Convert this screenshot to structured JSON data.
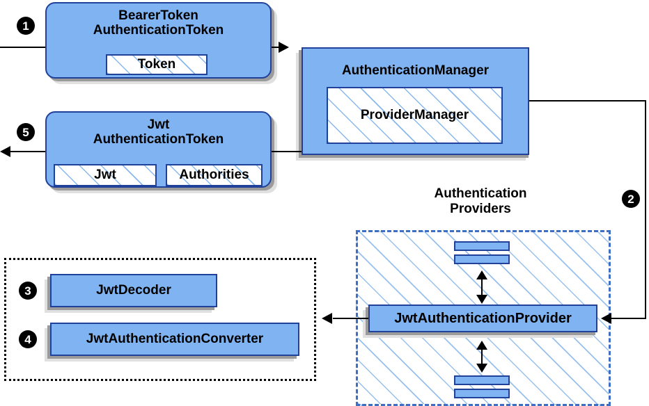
{
  "diagram": {
    "title": "Spring Security JWT Bearer Token Authentication Flow",
    "colors": {
      "node_fill": "#80B3F2",
      "node_border": "#20419A",
      "shadow_dark": "#9B9B9B",
      "shadow_light": "#E0E0E0",
      "providers_dash": "#3E6FC4",
      "hatch_line": "#8CB9EB",
      "dotted_border": "#000000",
      "line": "#000000",
      "bullet_fill": "#000000",
      "bullet_text": "#FFFFFF"
    },
    "steps": [
      {
        "id": "step-1",
        "number": "1"
      },
      {
        "id": "step-2",
        "number": "2"
      },
      {
        "id": "step-3",
        "number": "3"
      },
      {
        "id": "step-4",
        "number": "4"
      },
      {
        "id": "step-5",
        "number": "5"
      }
    ],
    "nodes": {
      "bearer_token": {
        "title_line1": "BearerToken",
        "title_line2": "AuthenticationToken",
        "inner": [
          {
            "label": "Token"
          }
        ]
      },
      "jwt_token": {
        "title_line1": "Jwt",
        "title_line2": "AuthenticationToken",
        "inner": [
          {
            "label": "Jwt"
          },
          {
            "label": "Authorities"
          }
        ]
      },
      "authentication_manager": {
        "title": "AuthenticationManager",
        "inner": [
          {
            "label": "ProviderManager"
          }
        ]
      },
      "authentication_providers": {
        "caption_line1": "Authentication",
        "caption_line2": "Providers",
        "provider": {
          "label": "JwtAuthenticationProvider"
        },
        "placeholder_bars": 4
      },
      "jwt_support": {
        "items": [
          {
            "label": "JwtDecoder"
          },
          {
            "label": "JwtAuthenticationConverter"
          }
        ]
      }
    }
  }
}
